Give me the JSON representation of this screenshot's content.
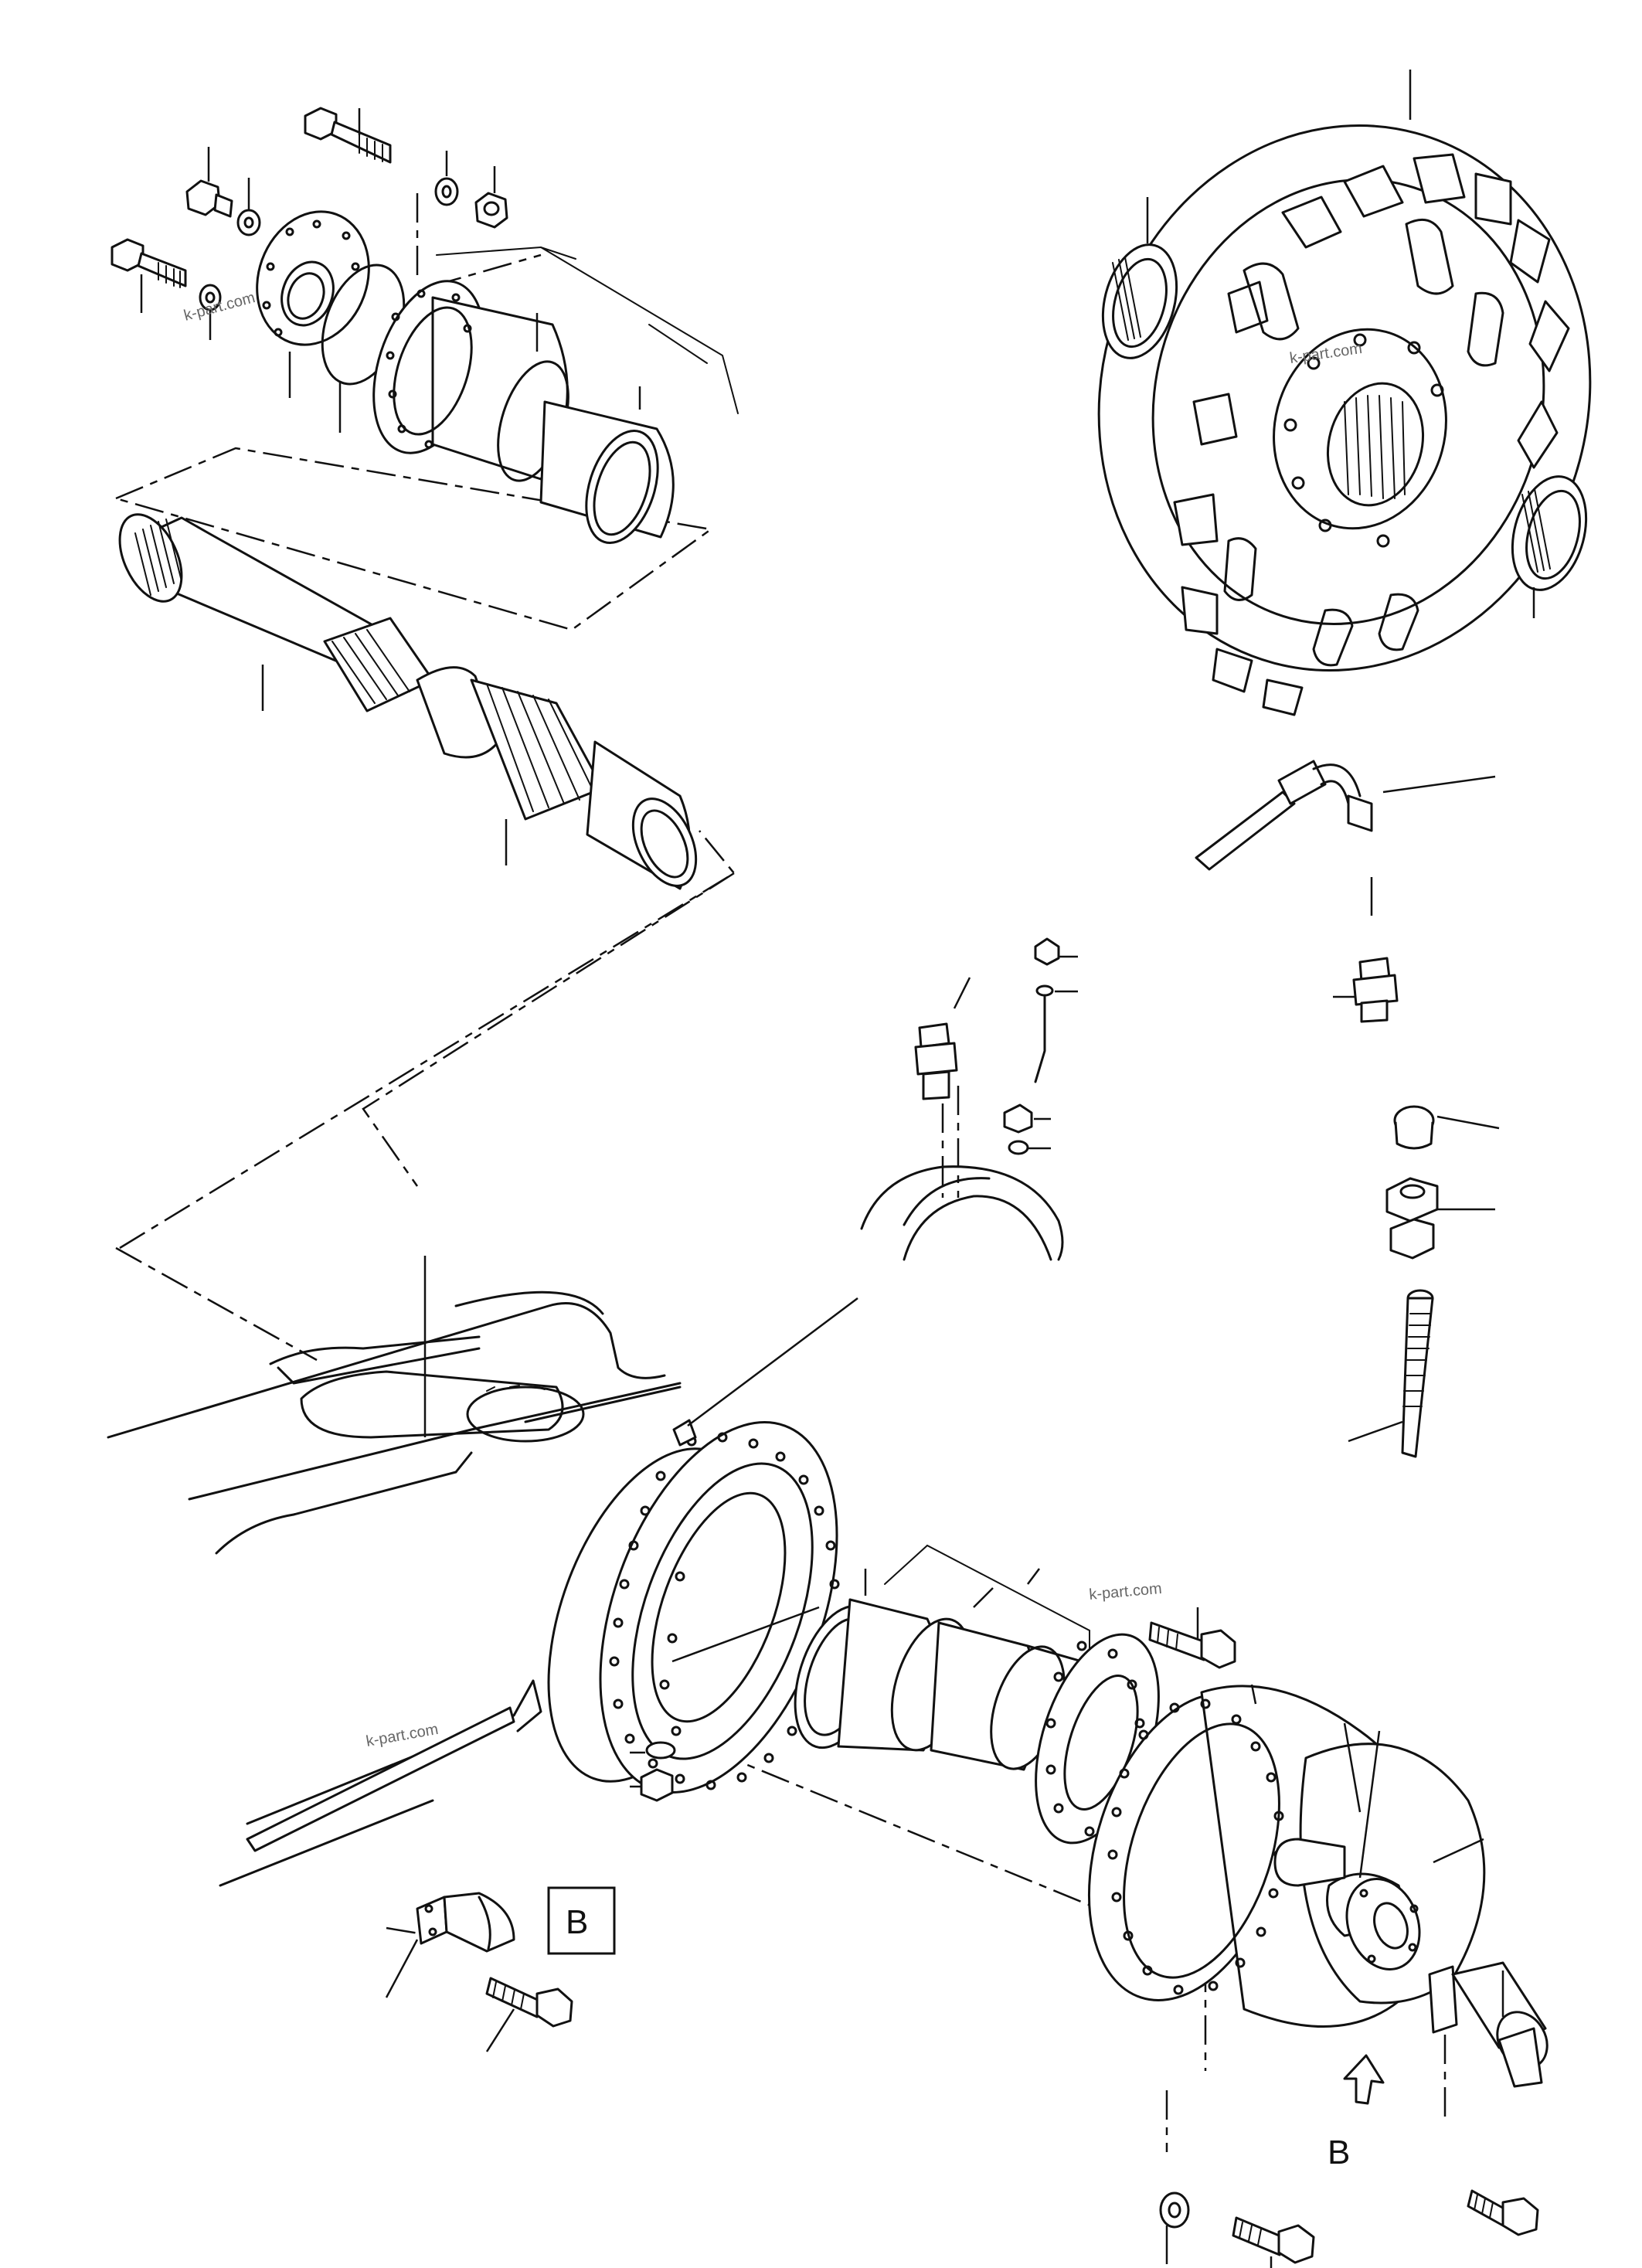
{
  "watermarks": [
    "k-part.com",
    "k-part.com",
    "k-part.com",
    "k-part.com"
  ],
  "view_labels": {
    "boxed_b": "B",
    "arrow_b": "B"
  },
  "palette": {
    "ink": "#111111",
    "paper": "#ffffff",
    "watermark": "#666666"
  }
}
